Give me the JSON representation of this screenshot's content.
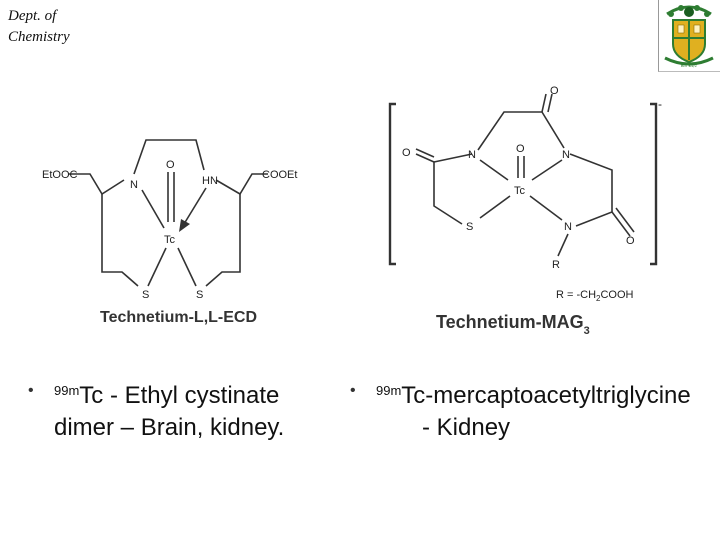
{
  "header": {
    "dept_line1": "Dept. of",
    "dept_line2": "Chemistry",
    "logo_icon": "college-crest-icon",
    "logo_motto": "ଜ୍ଞାନ ଶକ୍ତି"
  },
  "structure_left": {
    "title": "Technetium-L,L-ECD",
    "labels": {
      "ester_left": "EtOOC",
      "ester_right": "COOEt",
      "n_left": "N",
      "hn": "HN",
      "oxo": "O",
      "tc": "Tc",
      "s_left": "S",
      "s_right": "S"
    }
  },
  "structure_right": {
    "title_main": "Technetium-MAG",
    "title_sub": "3",
    "charge": "-",
    "r_def_prefix": "R = -CH",
    "r_def_sub": "2",
    "r_def_suffix": "COOH",
    "labels": {
      "o_top": "O",
      "o_left": "O",
      "o_right": "O",
      "o_center": "O",
      "n_left": "N",
      "n_right": "N",
      "n_bottom": "N",
      "tc": "Tc",
      "s": "S",
      "r": "R"
    }
  },
  "bullets": [
    {
      "superscript": "99m",
      "text_line1": "Tc - Ethyl cystinate",
      "text_line2": "dimer – Brain, kidney."
    },
    {
      "superscript": "99m",
      "text_line1": "Tc-mercaptoacetyltriglycine",
      "text_line2": "- Kidney"
    }
  ],
  "colors": {
    "text": "#111111",
    "bond": "#333333",
    "logo_green": "#2e7d32",
    "logo_gold": "#e0b020"
  }
}
